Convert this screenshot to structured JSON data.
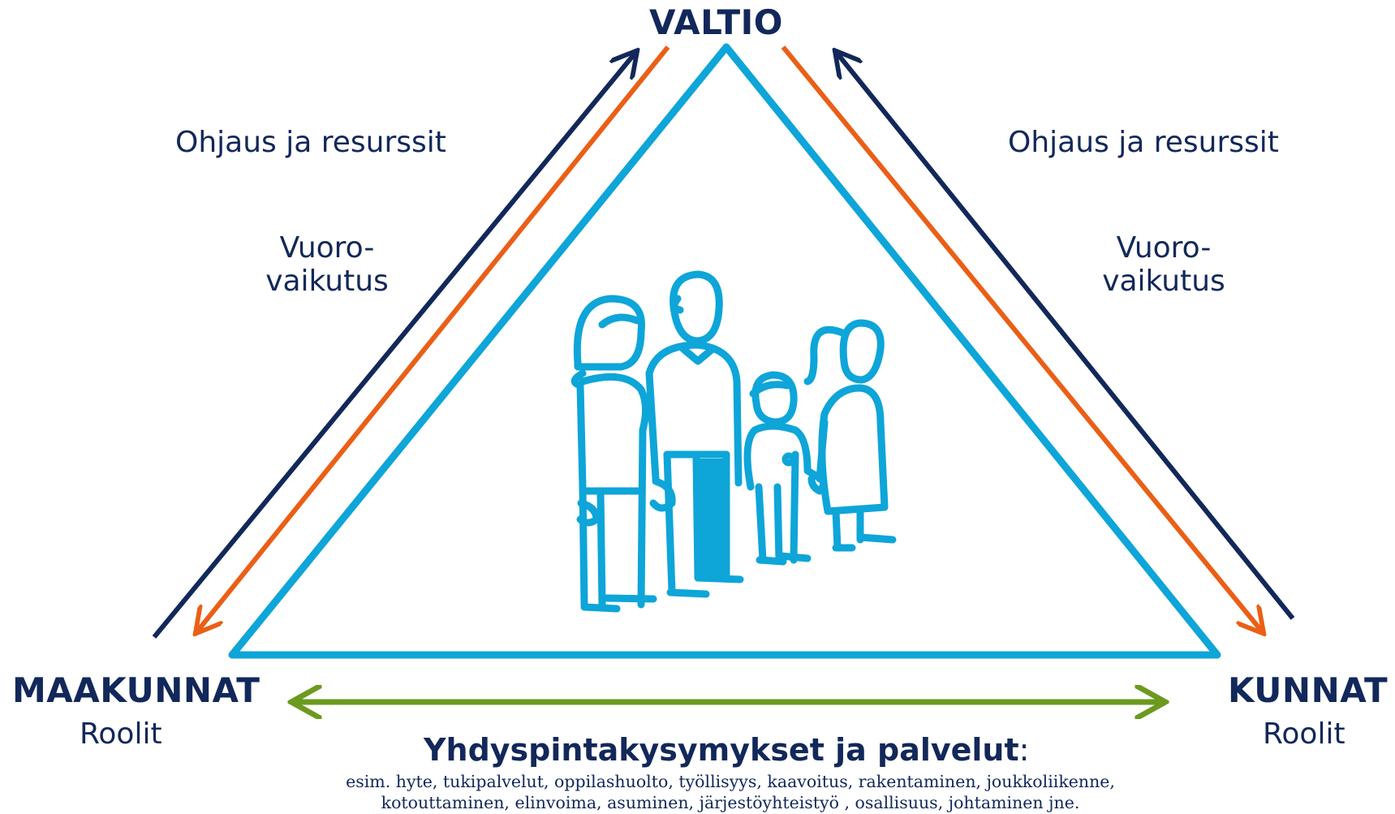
{
  "nodes": {
    "top": {
      "title": "VALTIO"
    },
    "left": {
      "title": "MAAKUNNAT",
      "subtitle": "Roolit"
    },
    "right": {
      "title": "KUNNAT",
      "subtitle": "Roolit"
    }
  },
  "left_edge": {
    "label1": "Ohjaus ja resurssit",
    "label2_line1": "Vuoro-",
    "label2_line2": "vaikutus"
  },
  "right_edge": {
    "label1": "Ohjaus ja resurssit",
    "label2_line1": "Vuoro-",
    "label2_line2": "vaikutus"
  },
  "bottom": {
    "title_bold": "Yhdyspintakysymykset ja palvelut",
    "title_suffix": ":",
    "line1": "esim. hyte, tukipalvelut, oppilashuolto, työllisyys, kaavoitus, rakentaminen, joukkoliikenne,",
    "line2": "kotouttaminen, elinvoima, asuminen, järjestöyhteistyö , osallisuus, johtaminen jne."
  },
  "colors": {
    "navy": "#12285a",
    "orange": "#ea5f16",
    "triangle_blue": "#0ea5d8",
    "green": "#6b9a1e"
  },
  "icons": {
    "center": "family-icon"
  }
}
